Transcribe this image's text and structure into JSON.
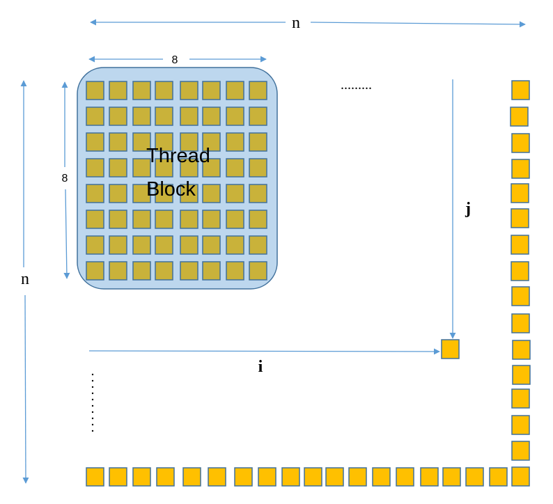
{
  "diagram": {
    "width_label": "n",
    "height_label": "n",
    "block_width_label": "8",
    "block_height_label": "8",
    "block_label_line1": "Thread",
    "block_label_line2": "Block",
    "i_label": "i",
    "j_label": "j",
    "ellipsis_horizontal": ".........",
    "block_grid": {
      "rows": 8,
      "cols": 8
    },
    "right_column_cells": 16,
    "bottom_row_cells": 19,
    "colors": {
      "arrow": "#5b9bd5",
      "block_fill": "#bdd7ee",
      "block_stroke": "#41719c",
      "thread_fill": "#c9b23a",
      "cell_fill": "#ffc000",
      "cell_stroke": "#41719c",
      "text": "#000000"
    }
  }
}
